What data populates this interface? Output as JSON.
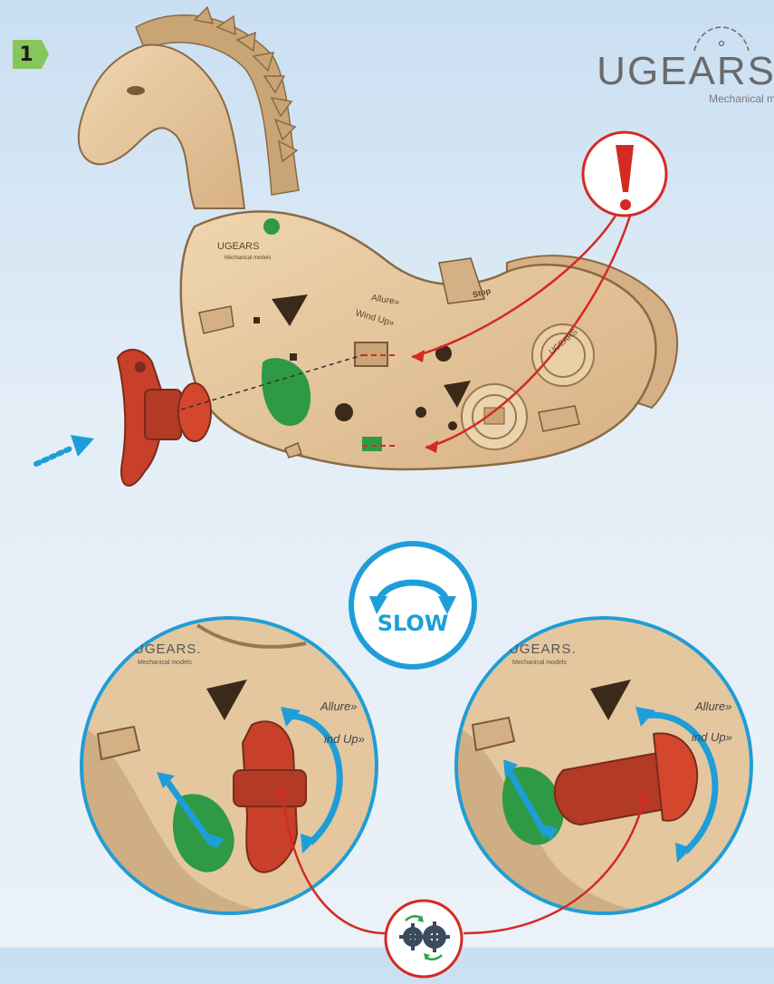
{
  "step": {
    "number": "1"
  },
  "brand": {
    "name": "UGEARS",
    "tagline": "Mechanical m"
  },
  "model_plate": {
    "brand": "UGEARS",
    "tagline": "Mechanical models",
    "allure": "Allure»",
    "wind_up": "Wind Up»",
    "stop": "Stop",
    "disc_text": "UGEARS"
  },
  "speed_badge": {
    "label": "SLOW"
  },
  "zoom_left": {
    "brand": "UGEARS.",
    "tagline": "Mechanical models",
    "allure": "Allure»",
    "wind_up": "ind Up»"
  },
  "zoom_right": {
    "brand": "UGEARS.",
    "tagline": "Mechanical models",
    "allure": "Allure»",
    "wind_up": "ind Up»"
  },
  "colors": {
    "wood": "#e3c49a",
    "wood_dark": "#9b7750",
    "key_red": "#c8402a",
    "accent_blue": "#1e9ed8",
    "warning_red": "#d42a22",
    "gear_green": "#2aa34a"
  },
  "icons": [
    "warning-exclamation-icon",
    "direction-arrow-icon",
    "rotate-arrows-icon",
    "gears-icon"
  ]
}
